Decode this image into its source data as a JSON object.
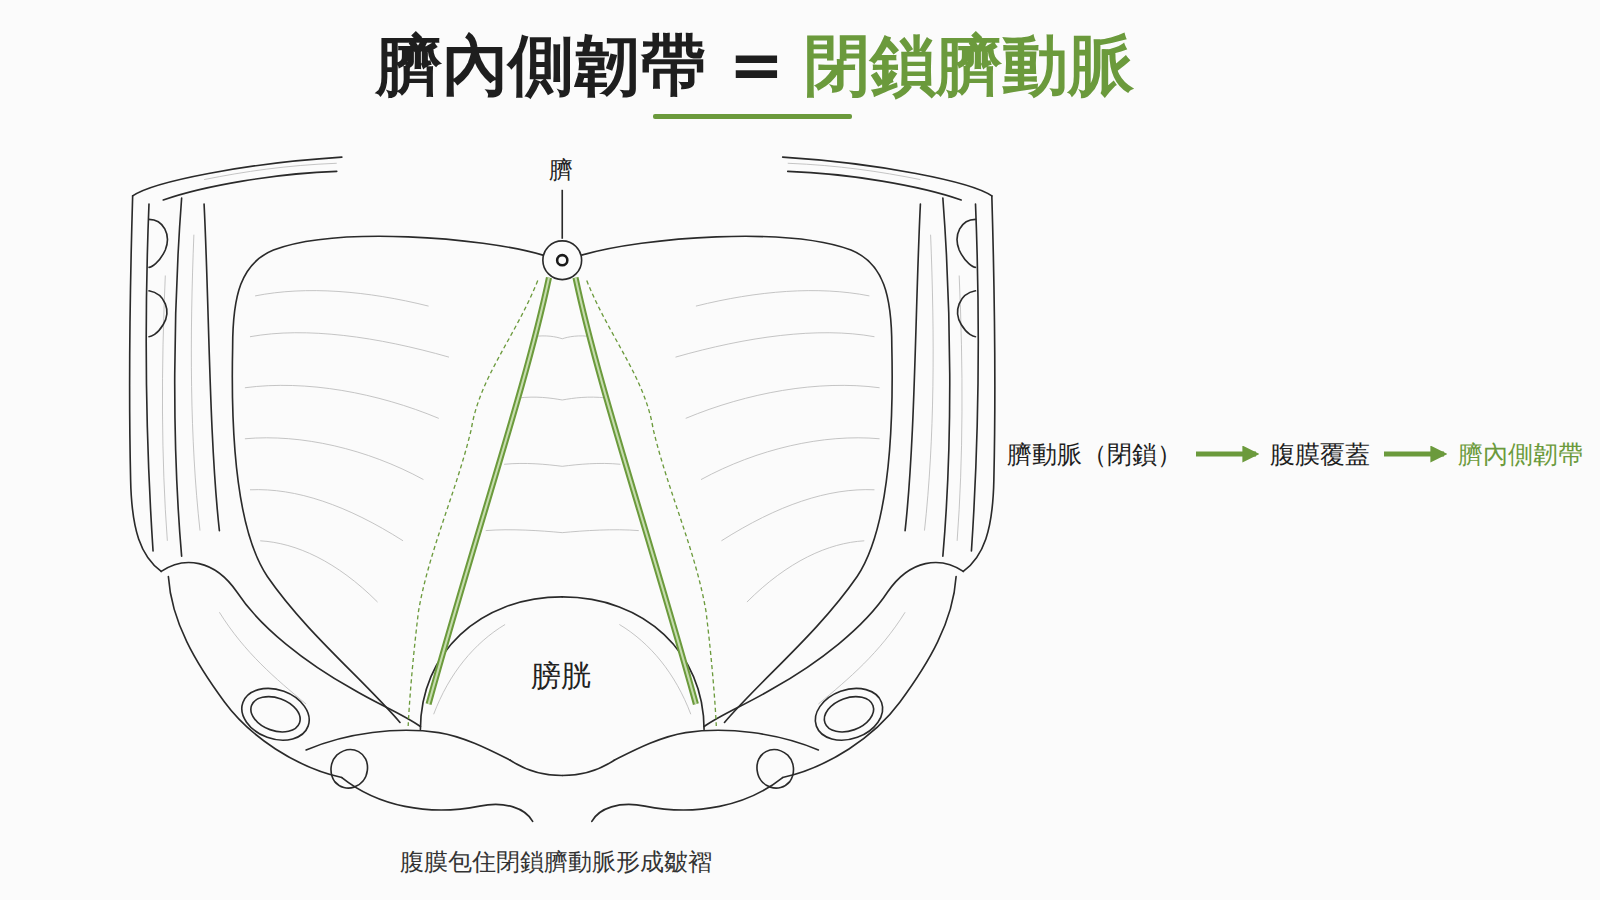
{
  "diagram": {
    "title": "臍內側韌帶 =",
    "caption": "腹膜包住閉鎖臍動脈形成皺褶",
    "nodes": [
      {
        "text": [
          "臍動脈（閉鎖）"
        ]
      },
      {
        "text": [
          "腹膜覆蓋"
        ]
      },
      {
        "text": [
          "臍內側韌帶"
        ]
      }
    ],
    "edges": [
      {
        "from": 0,
        "to": 1,
        "arrow": "to"
      },
      {
        "from": 1,
        "to": 2,
        "arrow": "to"
      }
    ],
    "labels": [
      "閉鎖臍動脈",
      "臍",
      "膀胱"
    ]
  }
}
